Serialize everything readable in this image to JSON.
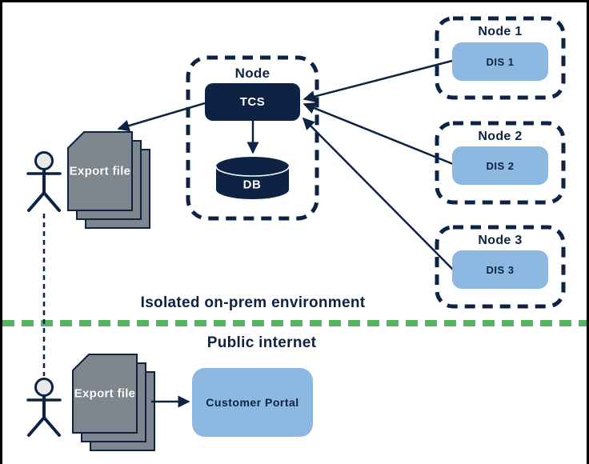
{
  "palette": {
    "navy": "#0e2343",
    "light_blue": "#8cb8e2",
    "gray_page": "#7e878e",
    "divider_green": "#53b55f",
    "actor_head": "#e9e9eb",
    "white": "#ffffff"
  },
  "zones": {
    "isolated_label": "Isolated on-prem environment",
    "public_label": "Public internet"
  },
  "central_node": {
    "title": "Node",
    "tcs_label": "TCS",
    "db_label": "DB"
  },
  "remote_nodes": [
    {
      "title": "Node 1",
      "dis_label": "DIS 1"
    },
    {
      "title": "Node 2",
      "dis_label": "DIS 2"
    },
    {
      "title": "Node 3",
      "dis_label": "DIS 3"
    }
  ],
  "export_file_top": {
    "label": "Export file"
  },
  "export_file_bottom": {
    "label": "Export file"
  },
  "customer_portal": {
    "label": "Customer Portal"
  }
}
